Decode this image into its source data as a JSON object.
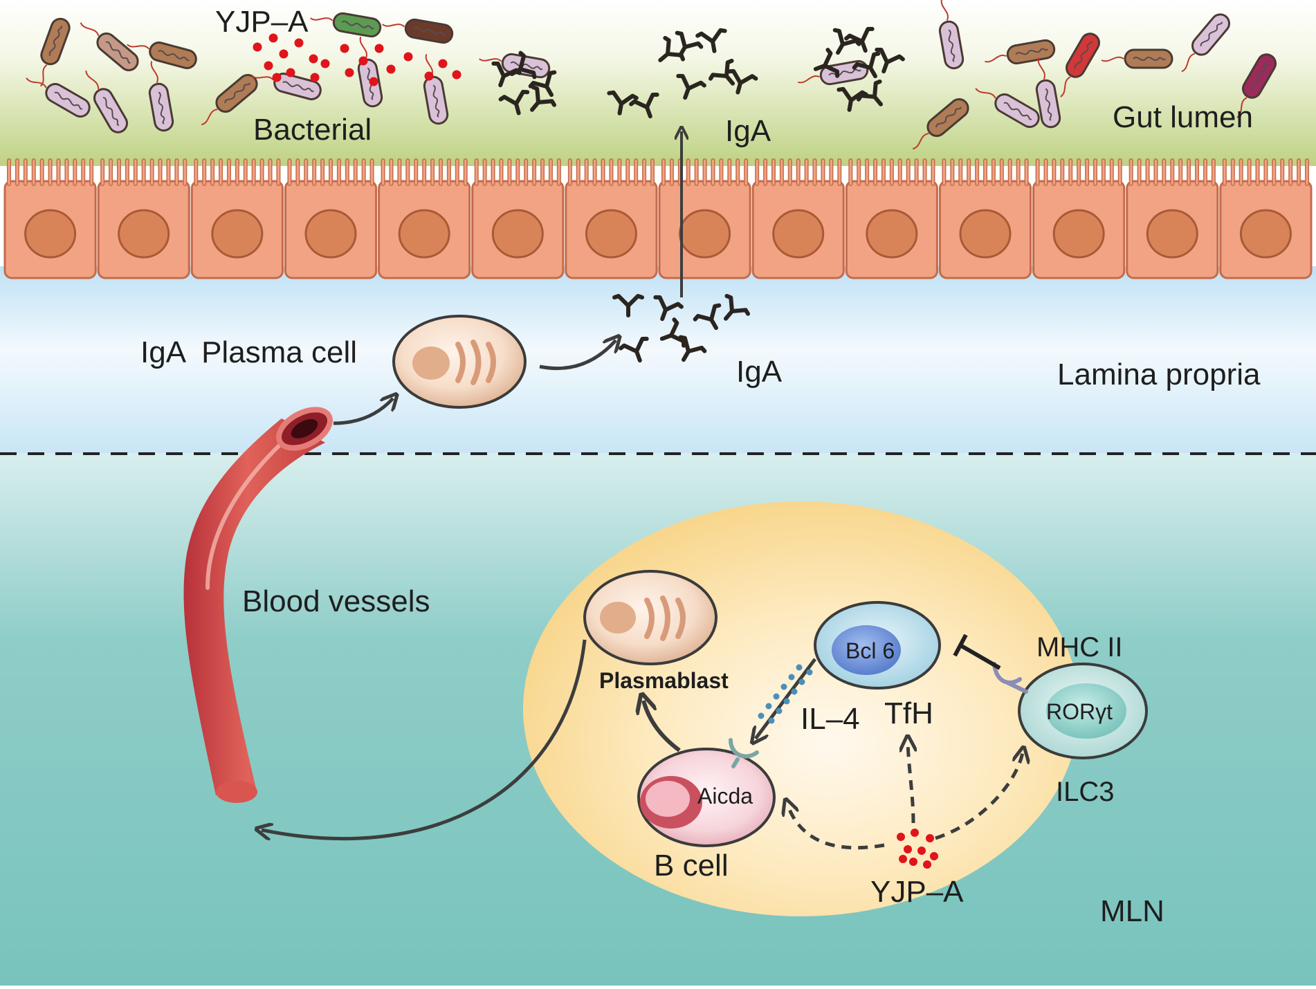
{
  "labels": {
    "yjpa_top": "YJP–A",
    "bacterial": "Bacterial",
    "iga_lumen": "IgA",
    "gut_lumen": "Gut lumen",
    "iga_plasma_cell": "IgA  Plasma cell",
    "iga_lamina": "IgA",
    "lamina_propria": "Lamina propria",
    "blood_vessels": "Blood vessels",
    "plasmablast": "Plasmablast",
    "bcl6": "Bcl 6",
    "tfh": "TfH",
    "il4": "IL–4",
    "mhc2": "MHC II",
    "rorgt": "RORγt",
    "ilc3": "ILC3",
    "aicda": "Aicda",
    "b_cell": "B cell",
    "yjpa_bottom": "YJP–A",
    "mln": "MLN"
  },
  "colors": {
    "lumen_green": "#c4d68a",
    "epithelium": "#f2a383",
    "nucleus": "#d98458",
    "lamina_blue": "#cde7f6",
    "mln_teal": "#7dc4be",
    "lymph_node": "#fbd990",
    "blood_vessel": "#d9544e",
    "yjpa_red": "#e0141b",
    "tfh_cell": "#b9dde8",
    "bcl6_nucleus": "#6a8ed4",
    "b_cell": "#f3c7cf",
    "ilc3_cell": "#c8e5e2"
  },
  "icons": [
    "bacterium-icon",
    "antibody-icon",
    "plasma-cell-icon",
    "blood-vessel-icon",
    "particle-icon"
  ]
}
